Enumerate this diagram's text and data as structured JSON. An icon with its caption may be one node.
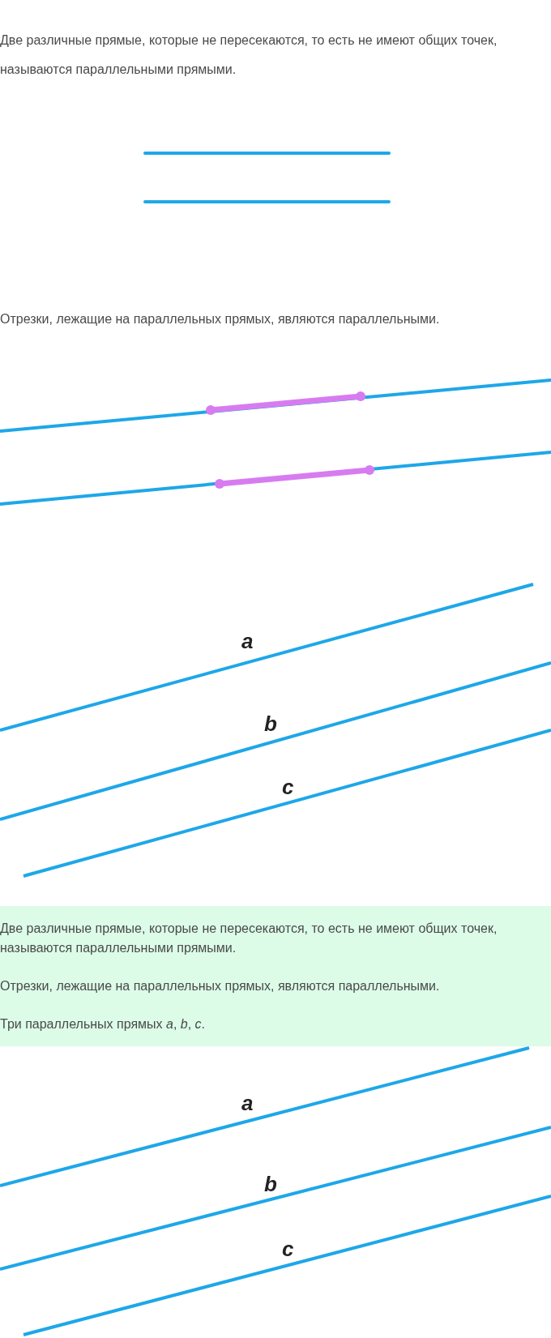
{
  "diagram": {
    "nodes": [
      {
        "text": [
          "Две различные прямые, которые не пересекаются, то есть не имеют общих точек, называются параллельными прямыми.",
          "Отрезки, лежащие на параллельных прямых, являются параллельными.",
          "Три параллельных прямых *a*,  *b*,  *c*."
        ]
      }
    ],
    "labels": [
      "Две различные прямые, которые не пересекаются, то есть не имеют общих точек, называются параллельными прямыми.",
      "Отрезки, лежащие на параллельных прямых, являются параллельными.",
      "a",
      "b",
      "c",
      "a",
      "b",
      "c"
    ]
  }
}
